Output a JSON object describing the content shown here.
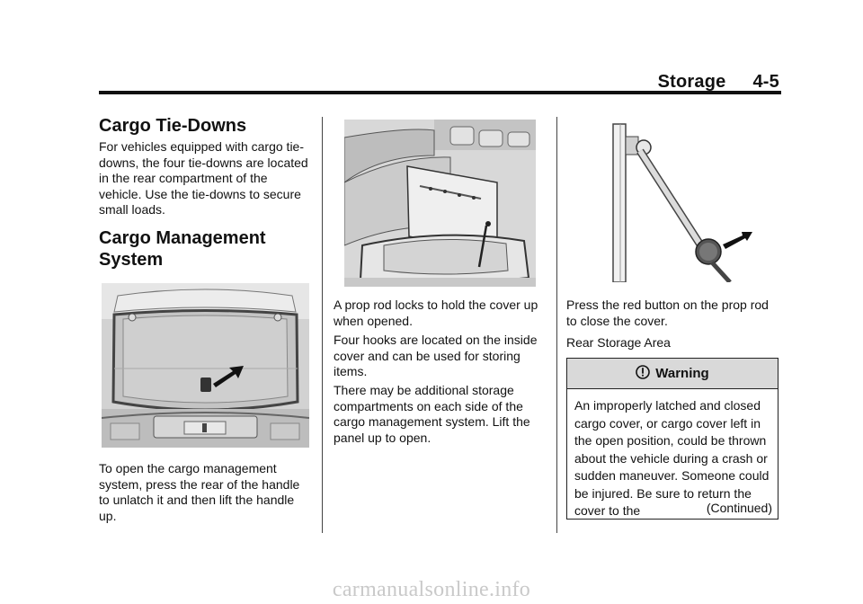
{
  "header": {
    "section": "Storage",
    "page": "4-5"
  },
  "col1": {
    "h_tiedowns": "Cargo Tie-Downs",
    "p_tiedowns": "For vehicles equipped with cargo tie-downs, the four tie-downs are located in the rear compartment of the vehicle. Use the tie-downs to secure small loads.",
    "h_mgmt": "Cargo Management System",
    "p_open": "To open the cargo management system, press the rear of the handle to unlatch it and then lift the handle up."
  },
  "col2": {
    "p_prop": "A prop rod locks to hold the cover up when opened.",
    "p_hooks": "Four hooks are located on the inside cover and can be used for storing items.",
    "p_storage": "There may be additional storage compartments on each side of the cargo management system. Lift the panel up to open."
  },
  "col3": {
    "p_button": "Press the red button on the prop rod to close the cover.",
    "subhead": "Rear Storage Area",
    "warning": {
      "title": "Warning",
      "icon": "warning-icon",
      "body": "An improperly latched and closed cargo cover, or cargo cover left in the open position, could be thrown about the vehicle during a crash or sudden maneuver. Someone could be injured. Be sure to return the cover to the",
      "continued": "(Continued)"
    }
  },
  "footer": {
    "watermark": "carmanualsonline.info"
  }
}
